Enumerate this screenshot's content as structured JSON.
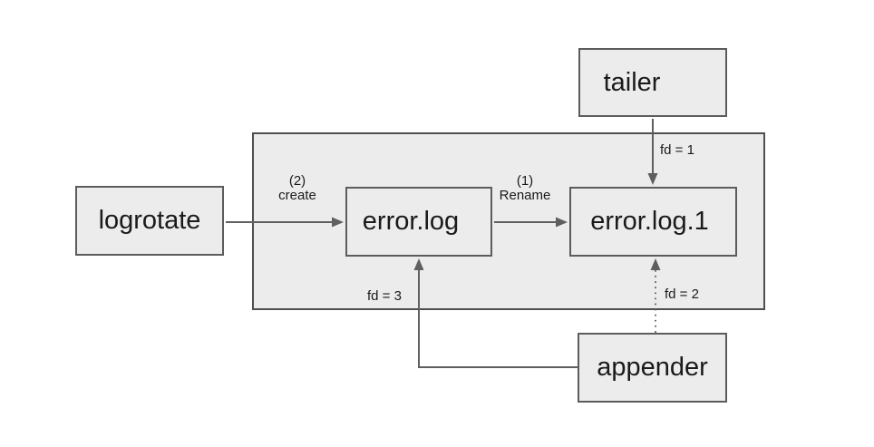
{
  "diagram": {
    "nodes": {
      "tailer": "tailer",
      "logrotate": "logrotate",
      "error_log": "error.log",
      "error_log_1": "error.log.1",
      "appender": "appender"
    },
    "edges": {
      "create": {
        "step": "(2)",
        "action": "create"
      },
      "rename": {
        "step": "(1)",
        "action": "Rename"
      },
      "fd1": "fd = 1",
      "fd2": "fd = 2",
      "fd3": "fd = 3"
    },
    "colors": {
      "canvas_background": "#ffffff",
      "shape_fill": "#ececec",
      "shape_border": "#5c5c5c",
      "container_border": "#4f4f4f",
      "connector": "#5f5f5f",
      "text": "#1a1a1a"
    }
  }
}
